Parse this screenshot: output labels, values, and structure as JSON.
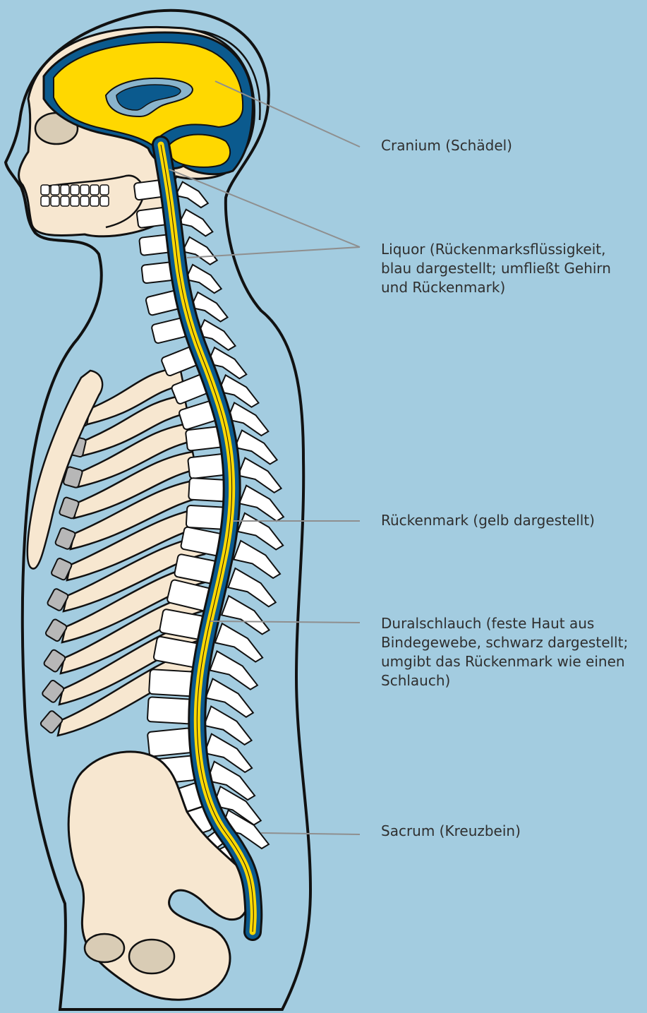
{
  "colors": {
    "background": "#a3cce0",
    "skin_outline": "#111111",
    "bone": "#f7e7d0",
    "cartilage": "#b7b7b7",
    "brain": "#ffd800",
    "liquor": "#0b5a8e",
    "ventricle_rim": "#8ab4cc",
    "dura": "#111111",
    "leader": "#8f8f8f",
    "vertebra": "#ffffff"
  },
  "labels": {
    "cranium": "Cranium (Schädel)",
    "liquor": "Liquor (Rückenmarksflüssigkeit, blau dargestellt; umfließt Gehirn und Rückenmark)",
    "spinal_cord": "Rückenmark (gelb dargestellt)",
    "dural_sac": "Duralschlauch (feste Haut aus Bindegewebe, schwarz dargestellt; umgibt das Rückenmark wie einen Schlauch)",
    "sacrum": "Sacrum (Kreuzbein)"
  },
  "structure_counts": {
    "ribs": 11,
    "vertebrae": 24,
    "sacral_segments": 5
  }
}
